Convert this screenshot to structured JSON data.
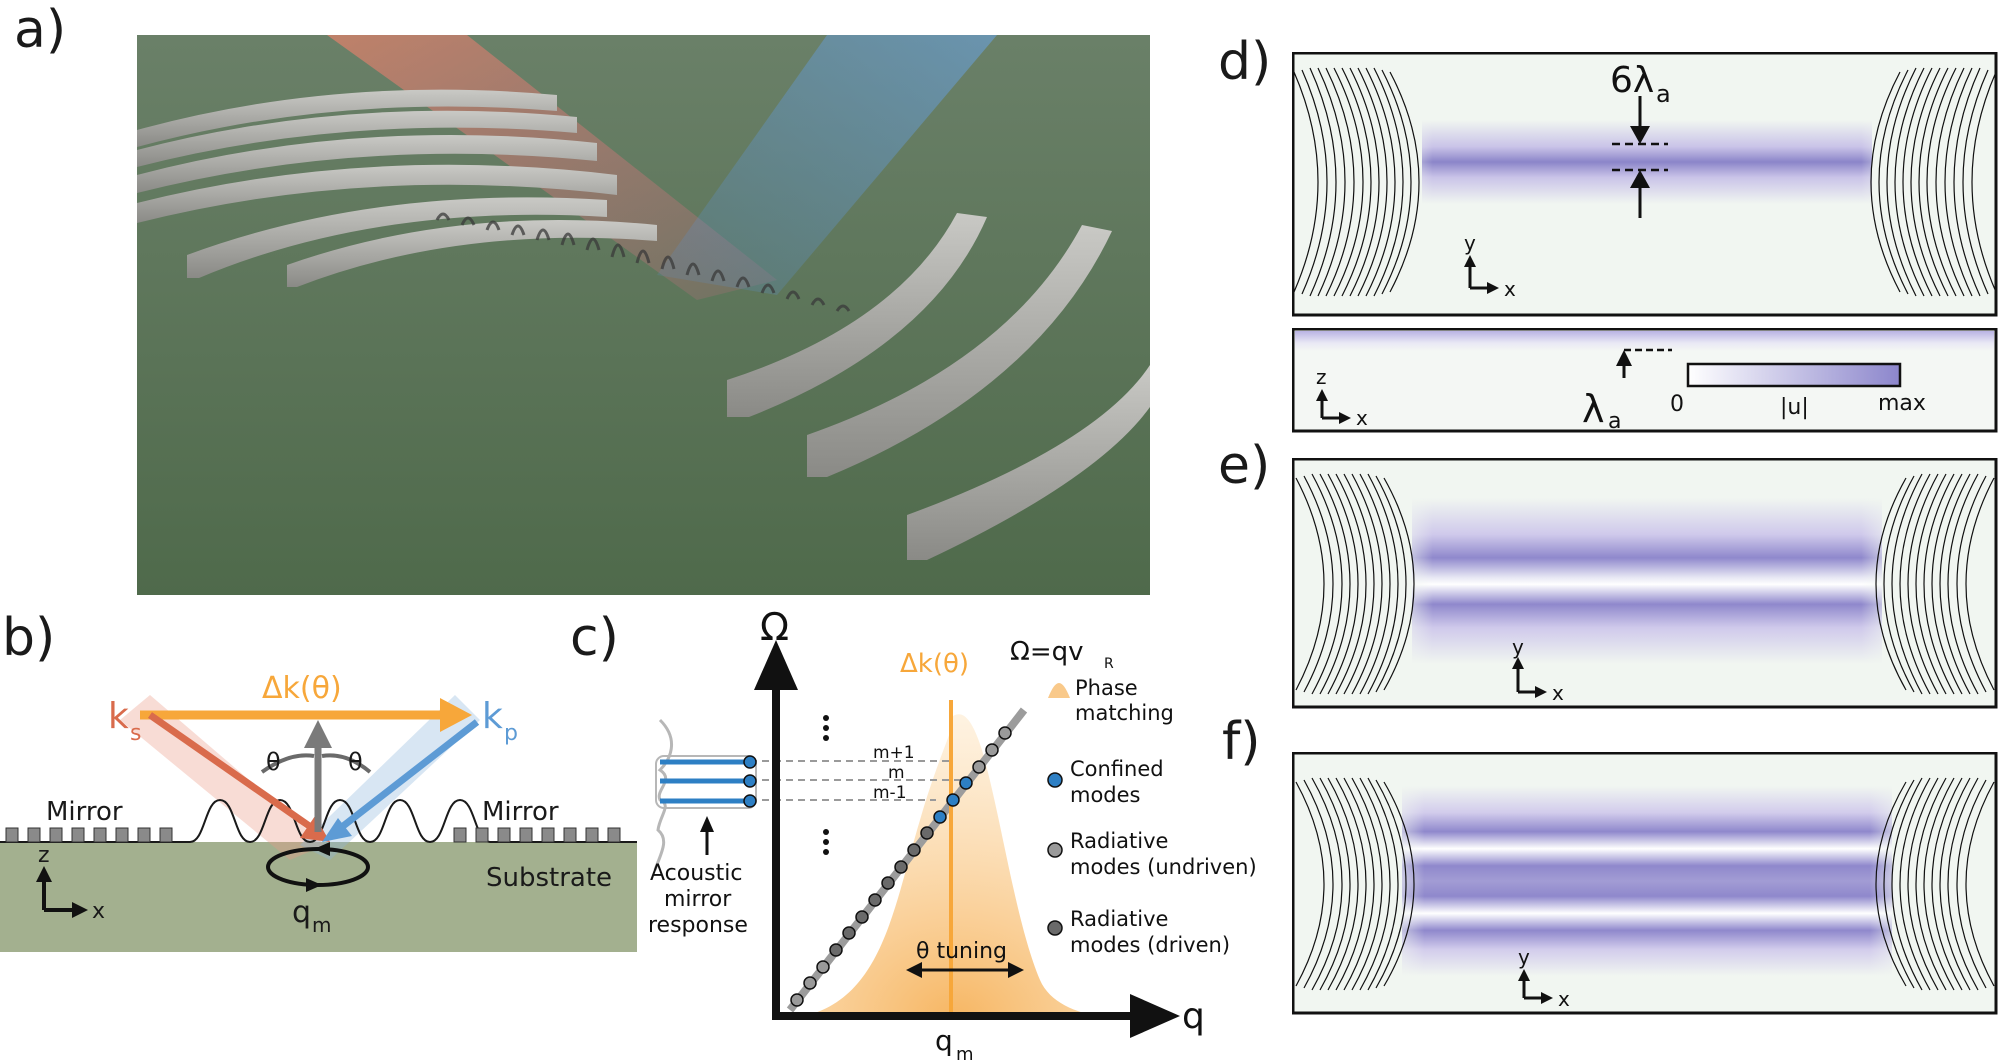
{
  "panels": {
    "a": "a)",
    "b": "b)",
    "c": "c)",
    "d": "d)",
    "e": "e)",
    "f": "f)"
  },
  "panel_b": {
    "k_s": "k",
    "k_s_sub": "s",
    "k_p": "k",
    "k_p_sub": "p",
    "delta_k": "Δk(θ)",
    "theta_left": "θ",
    "theta_right": "θ",
    "mirror_left": "Mirror",
    "mirror_right": "Mirror",
    "substrate": "Substrate",
    "q": "q",
    "q_sub": "m",
    "axis_z": "z",
    "axis_x": "x"
  },
  "panel_c": {
    "omega_axis": "Ω",
    "q_axis": "q",
    "delta_k": "Δk(θ)",
    "dispersion": "Ω=qv",
    "dispersion_sub": "R",
    "q_m": "q",
    "q_m_sub": "m",
    "mode_labels": [
      "m+1",
      "m",
      "m-1"
    ],
    "theta_tuning": "θ tuning",
    "mirror_response": [
      "Acoustic",
      "mirror",
      "response"
    ],
    "legend": [
      {
        "lines": [
          "Phase",
          "matching"
        ],
        "color": "#f9c98a"
      },
      {
        "lines": [
          "Confined",
          "modes"
        ],
        "color": "#2d7fc4"
      },
      {
        "lines": [
          "Radiative",
          "modes (undriven)"
        ],
        "color": "#9a9a9a"
      },
      {
        "lines": [
          "Radiative",
          "modes (driven)"
        ],
        "color": "#6a6a6a"
      }
    ]
  },
  "panel_d": {
    "width_label": "6λ",
    "width_sub": "a",
    "lambda_label": "λ",
    "lambda_sub": "a",
    "colorbar_min": "0",
    "colorbar_mid": "|u|",
    "colorbar_max": "max",
    "axis_y": "y",
    "axis_x": "x",
    "axis_z": "z"
  },
  "panel_e": {
    "axis_y": "y",
    "axis_x": "x"
  },
  "panel_f": {
    "axis_y": "y",
    "axis_x": "x"
  }
}
